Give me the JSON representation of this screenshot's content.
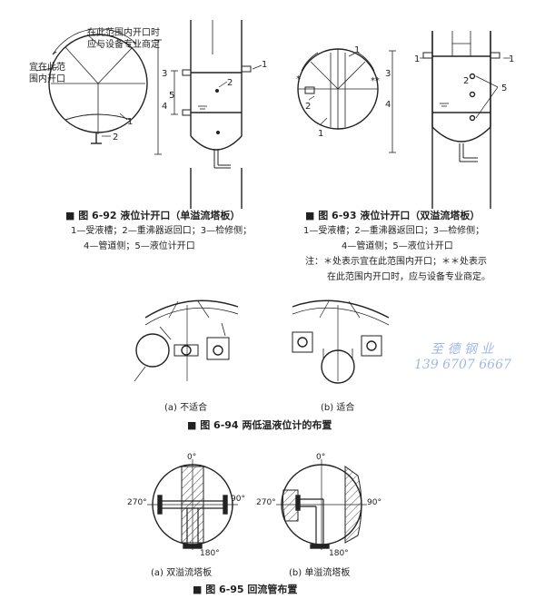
{
  "fig92": {
    "note_top_1": "在此范围内开口时",
    "note_top_2": "应与设备专业商定",
    "note_left_1": "宜在此范",
    "note_left_2": "围内开口",
    "callouts": [
      "1",
      "2",
      "3",
      "4",
      "5"
    ],
    "title": "■ 图 6-92    液位计开口（单溢流塔板）",
    "legend_1": "1—受液槽；2—重沸器返回口；3—检修侧；",
    "legend_2": "4—管道侧；5—液位计开口"
  },
  "fig93": {
    "star": "*",
    "double_star": "**",
    "callouts": [
      "1",
      "2",
      "3",
      "4",
      "5"
    ],
    "title": "■ 图 6-93    液位计开口（双溢流塔板）",
    "legend_1": "1—受液槽；2—重沸器返回口；3—检修侧；",
    "legend_2": "4—管道侧；5—液位计开口",
    "note_1": "注：＊处表示宜在此范围内开口；＊＊处表示",
    "note_2": "在此范围内开口时，应与设备专业商定。"
  },
  "watermark": {
    "line1": "至 德 钢 业",
    "line2": "139  6707  6667"
  },
  "fig94": {
    "label_a": "(a) 不适合",
    "label_b": "(b) 适合",
    "title": "■ 图 6-94    两低温液位计的布置"
  },
  "fig95": {
    "deg_0": "0°",
    "deg_90": "90°",
    "deg_180": "180°",
    "deg_270": "270°",
    "label_a": "(a) 双溢流塔板",
    "label_b": "(b) 单溢流塔板",
    "title": "■ 图 6-95    回流管布置"
  }
}
